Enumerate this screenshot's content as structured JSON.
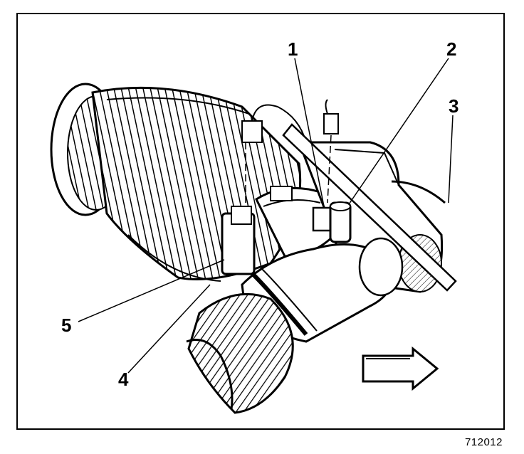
{
  "diagram": {
    "callouts": [
      {
        "id": "c1",
        "label": "1"
      },
      {
        "id": "c2",
        "label": "2"
      },
      {
        "id": "c3",
        "label": "3"
      },
      {
        "id": "c4",
        "label": "4"
      },
      {
        "id": "c5",
        "label": "5"
      }
    ],
    "figure_id": "712012",
    "arrow_direction": "right",
    "colors": {
      "ink": "#000000",
      "paper": "#ffffff"
    }
  }
}
